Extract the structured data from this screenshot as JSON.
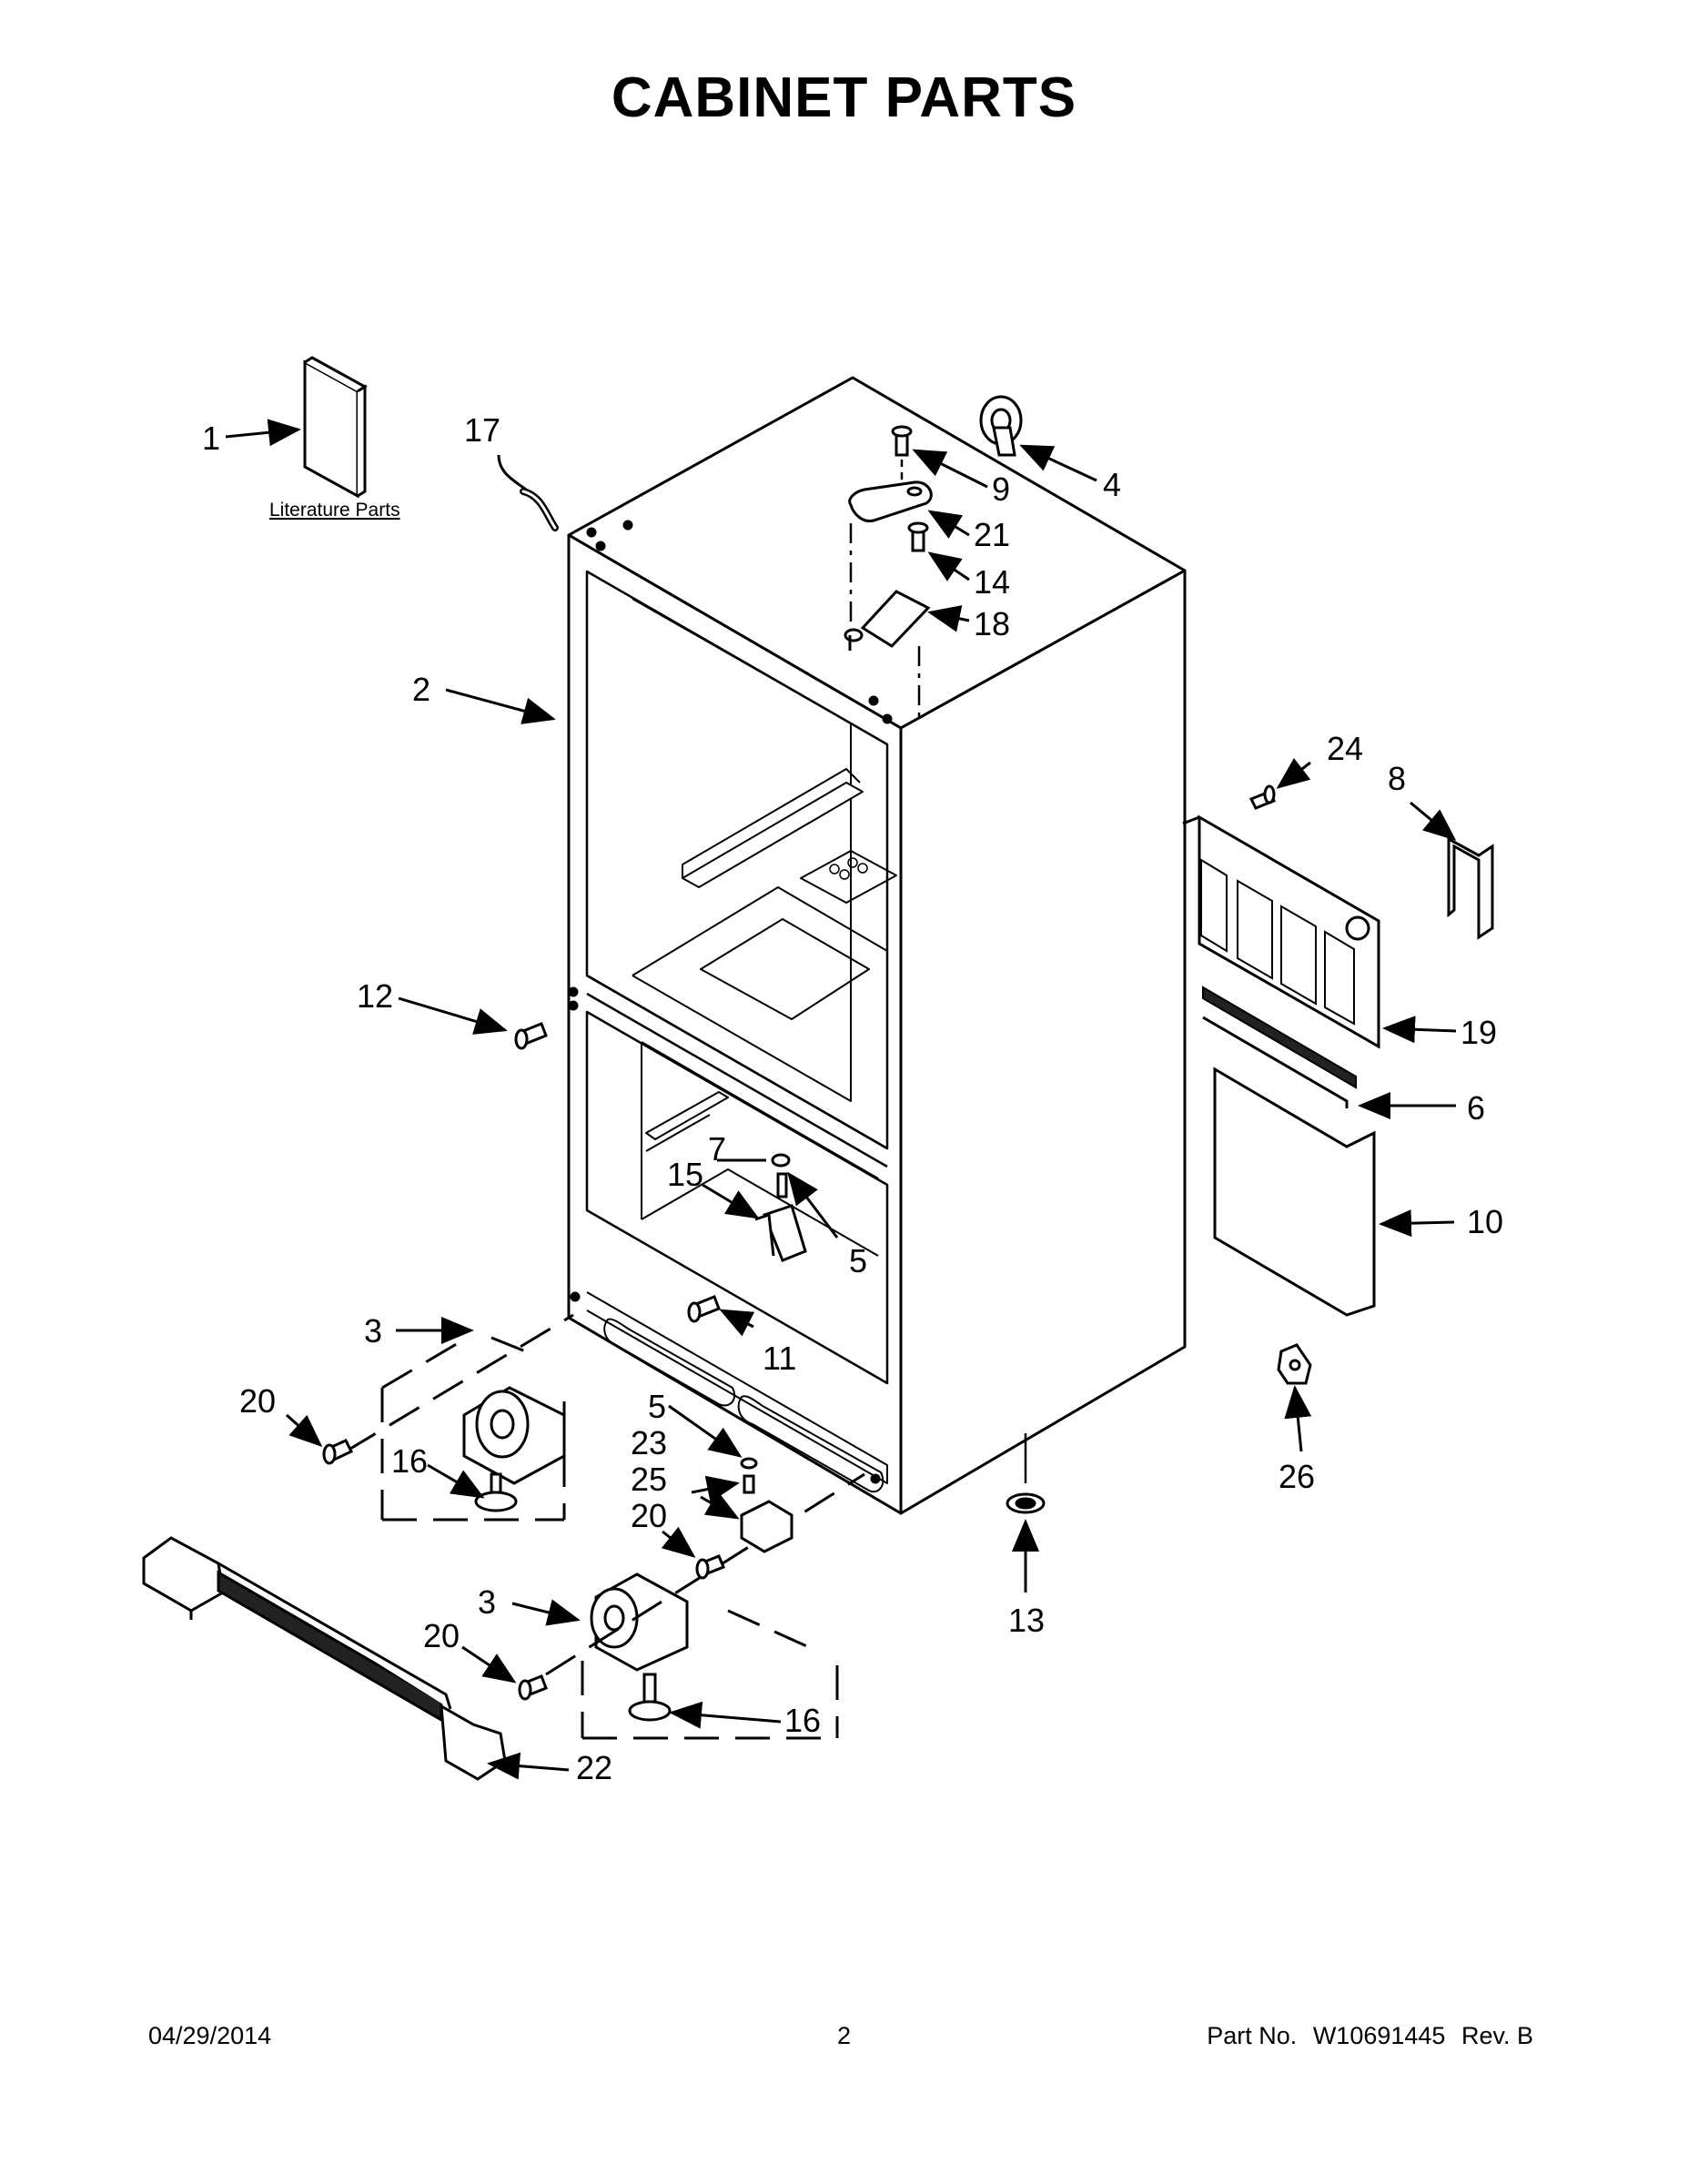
{
  "title": "CABINET PARTS",
  "literature_label": "Literature Parts",
  "callouts": [
    "1",
    "2",
    "3",
    "3",
    "4",
    "5",
    "5",
    "6",
    "7",
    "8",
    "9",
    "10",
    "11",
    "12",
    "13",
    "14",
    "15",
    "16",
    "16",
    "17",
    "18",
    "19",
    "20",
    "20",
    "20",
    "21",
    "22",
    "23",
    "24",
    "25",
    "26"
  ],
  "footer": {
    "date": "04/29/2014",
    "page": "2",
    "part_label": "Part No.",
    "part_number": "W10691445",
    "revision": "Rev. B"
  }
}
